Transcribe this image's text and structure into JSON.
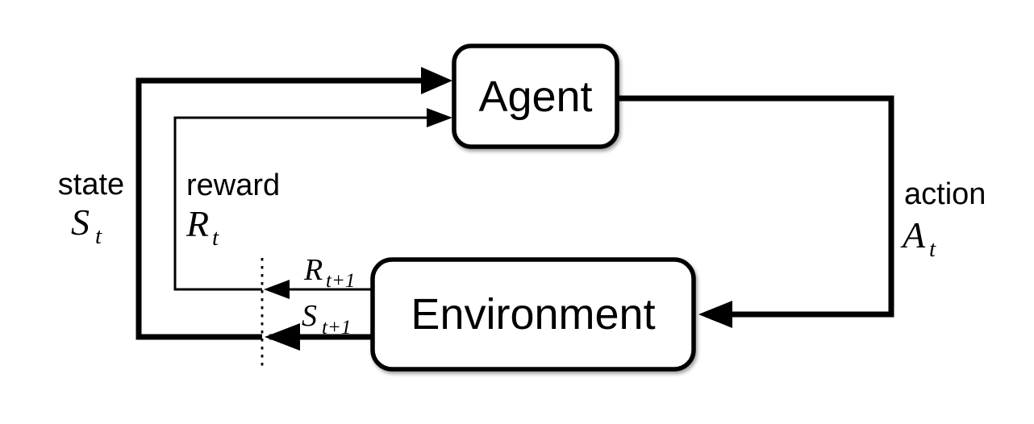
{
  "nodes": {
    "agent": {
      "label": "Agent"
    },
    "environment": {
      "label": "Environment"
    }
  },
  "labels": {
    "state": {
      "word": "state",
      "symbol": "S",
      "subscript": "t"
    },
    "reward": {
      "word": "reward",
      "symbol": "R",
      "subscript": "t"
    },
    "action": {
      "word": "action",
      "symbol": "A",
      "subscript": "t"
    },
    "next_reward": {
      "symbol": "R",
      "subscript": "t+1"
    },
    "next_state": {
      "symbol": "S",
      "subscript": "t+1"
    }
  },
  "edges": [
    {
      "from": "agent",
      "to": "environment",
      "label": "action A_t",
      "weight": "thick"
    },
    {
      "from": "environment",
      "to": "agent",
      "label": "state S_t (S_t+1 across time-step boundary)",
      "weight": "thick"
    },
    {
      "from": "environment",
      "to": "agent",
      "label": "reward R_t (R_t+1 across time-step boundary)",
      "weight": "thin"
    },
    {
      "name": "time-step-boundary",
      "style": "dashed-vertical"
    }
  ],
  "colors": {
    "line": "#000000",
    "box_fill": "#ffffff",
    "background": "#ffffff"
  }
}
